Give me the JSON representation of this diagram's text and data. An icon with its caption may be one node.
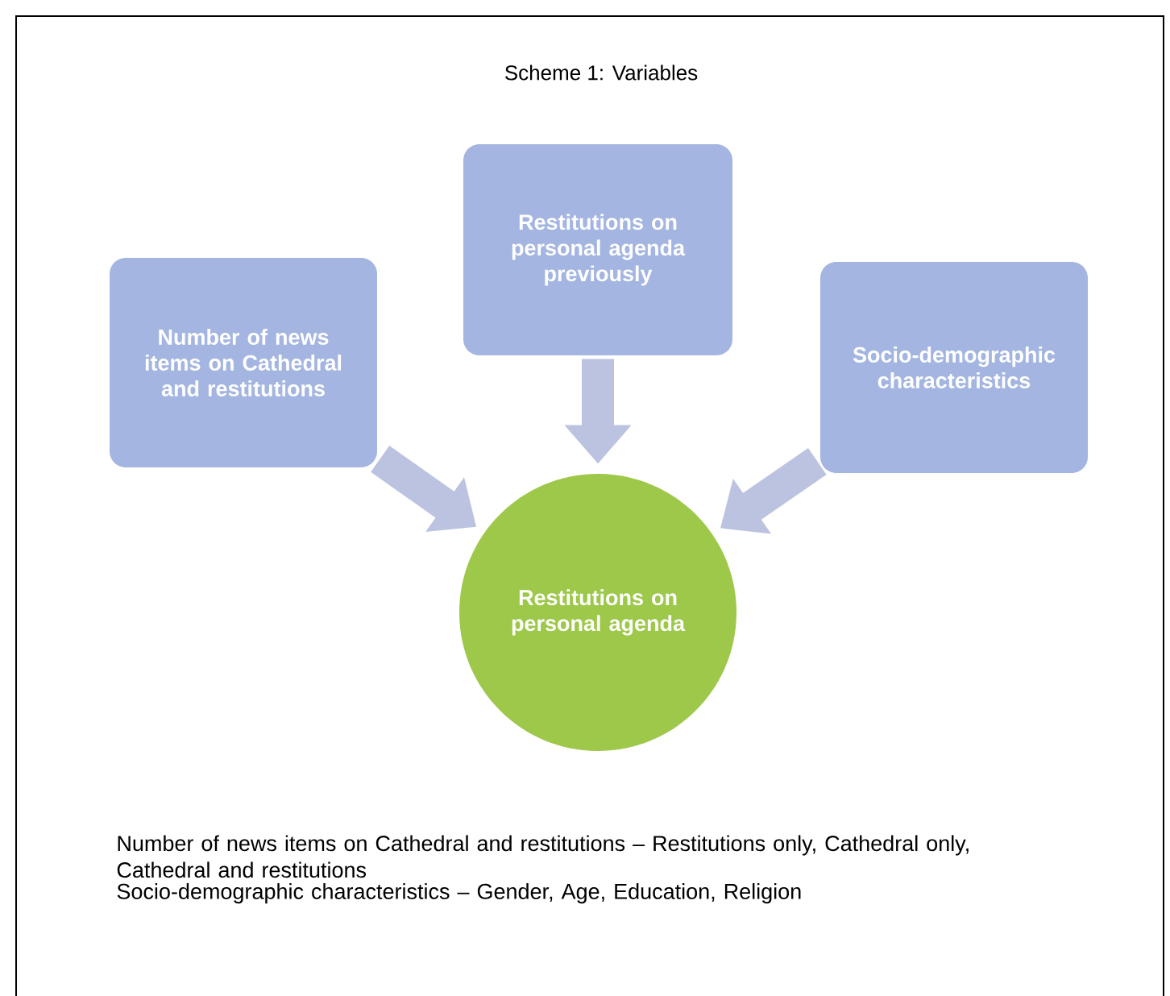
{
  "diagram": {
    "title": "Scheme 1: Variables",
    "nodes": [
      {
        "text": [
          "Number of news items on Cathedral and restitutions"
        ]
      },
      {
        "text": [
          "Restitutions on personal agenda previously"
        ]
      },
      {
        "text": [
          "Socio-demographic characteristics"
        ]
      },
      {
        "text": [
          "Restitutions on personal agenda"
        ]
      }
    ],
    "edges": [
      {
        "from": 0,
        "to": 3,
        "arrow": "to"
      },
      {
        "from": 1,
        "to": 3,
        "arrow": "to"
      },
      {
        "from": 2,
        "to": 3,
        "arrow": "to"
      }
    ],
    "labels": [
      "Number of news items on Cathedral and restitutions – Restitutions only, Cathedral only, Cathedral and restitutions",
      "Socio-demographic characteristics – Gender, Age, Education, Religion"
    ]
  }
}
